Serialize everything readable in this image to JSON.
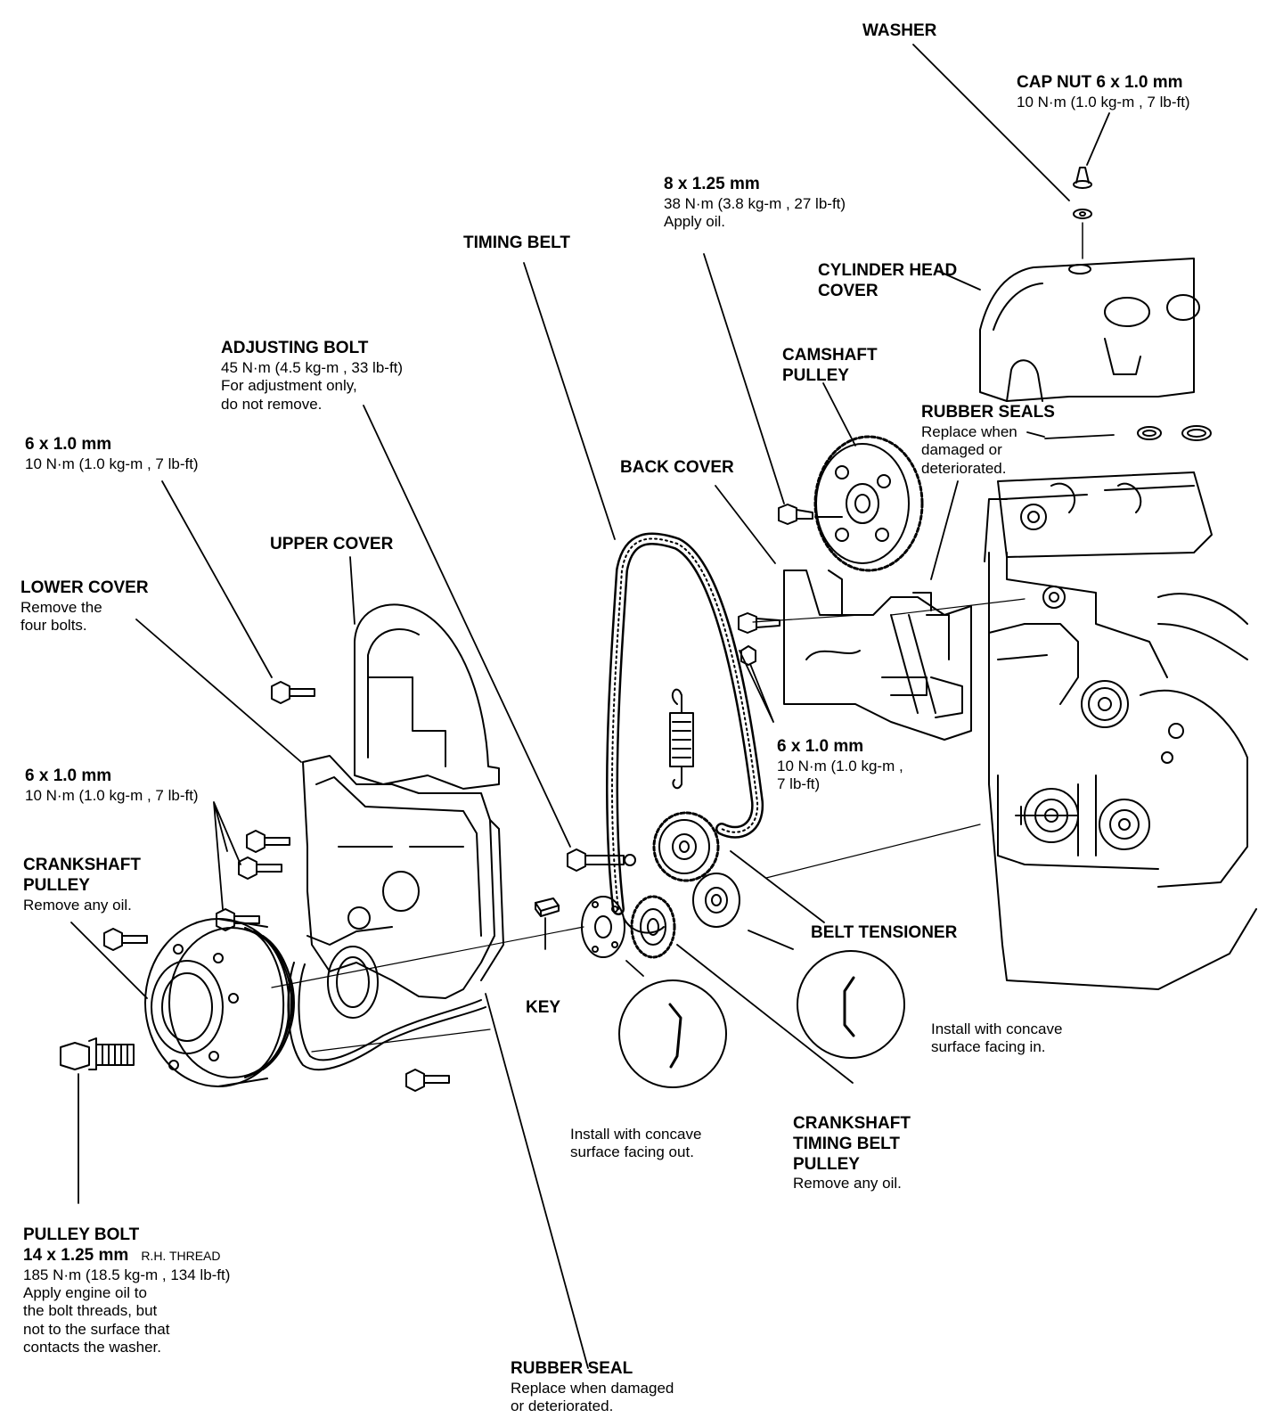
{
  "labels": {
    "washer": {
      "title": "WASHER"
    },
    "cap_nut": {
      "title": "CAP NUT 6 x 1.0 mm",
      "spec": "10 N·m (1.0 kg-m , 7 lb-ft)"
    },
    "cam_bolt": {
      "title": "8 x 1.25 mm",
      "spec": "38 N·m (3.8 kg-m , 27 lb-ft)",
      "note": "Apply oil."
    },
    "timing_belt": {
      "title": "TIMING BELT"
    },
    "cyl_head_cover": {
      "line1": "CYLINDER HEAD",
      "line2": "COVER"
    },
    "camshaft_pulley": {
      "line1": "CAMSHAFT",
      "line2": "PULLEY"
    },
    "adjusting_bolt": {
      "title": "ADJUSTING BOLT",
      "spec": "45 N·m (4.5 kg-m , 33 lb-ft)",
      "note1": "For adjustment only,",
      "note2": "do not remove."
    },
    "rubber_seals": {
      "title": "RUBBER SEALS",
      "note1": "Replace when",
      "note2": "damaged or",
      "note3": "deteriorated."
    },
    "bolt_6x1_top": {
      "title": "6 x 1.0 mm",
      "spec": "10 N·m (1.0 kg-m , 7 lb-ft)"
    },
    "back_cover": {
      "title": "BACK COVER"
    },
    "upper_cover": {
      "title": "UPPER COVER"
    },
    "lower_cover": {
      "title": "LOWER COVER",
      "note1": "Remove the",
      "note2": "four bolts."
    },
    "bolt_6x1_right": {
      "title": "6 x 1.0 mm",
      "spec1": "10 N·m (1.0 kg-m ,",
      "spec2": "7 lb-ft)"
    },
    "bolt_6x1_mid": {
      "title": "6 x 1.0 mm",
      "spec": "10 N·m (1.0 kg-m , 7 lb-ft)"
    },
    "crankshaft_pulley": {
      "line1": "CRANKSHAFT",
      "line2": "PULLEY",
      "note": "Remove any oil."
    },
    "belt_tensioner": {
      "title": "BELT TENSIONER"
    },
    "key": {
      "title": "KEY"
    },
    "install_in": {
      "line1": "Install with concave",
      "line2": "surface facing in."
    },
    "install_out": {
      "line1": "Install with concave",
      "line2": "surface facing out."
    },
    "crank_tb_pulley": {
      "line1": "CRANKSHAFT",
      "line2": "TIMING BELT",
      "line3": "PULLEY",
      "note": "Remove any oil."
    },
    "pulley_bolt": {
      "title": "PULLEY BOLT",
      "size": "14 x 1.25 mm",
      "thread": "R.H.  THREAD",
      "spec": "185 N·m (18.5 kg-m , 134 lb-ft)",
      "note1": "Apply engine oil to",
      "note2": "the bolt threads, but",
      "note3": "not to the surface that",
      "note4": "contacts the washer."
    },
    "rubber_seal": {
      "title": "RUBBER SEAL",
      "note1": "Replace when damaged",
      "note2": "or deteriorated."
    }
  }
}
